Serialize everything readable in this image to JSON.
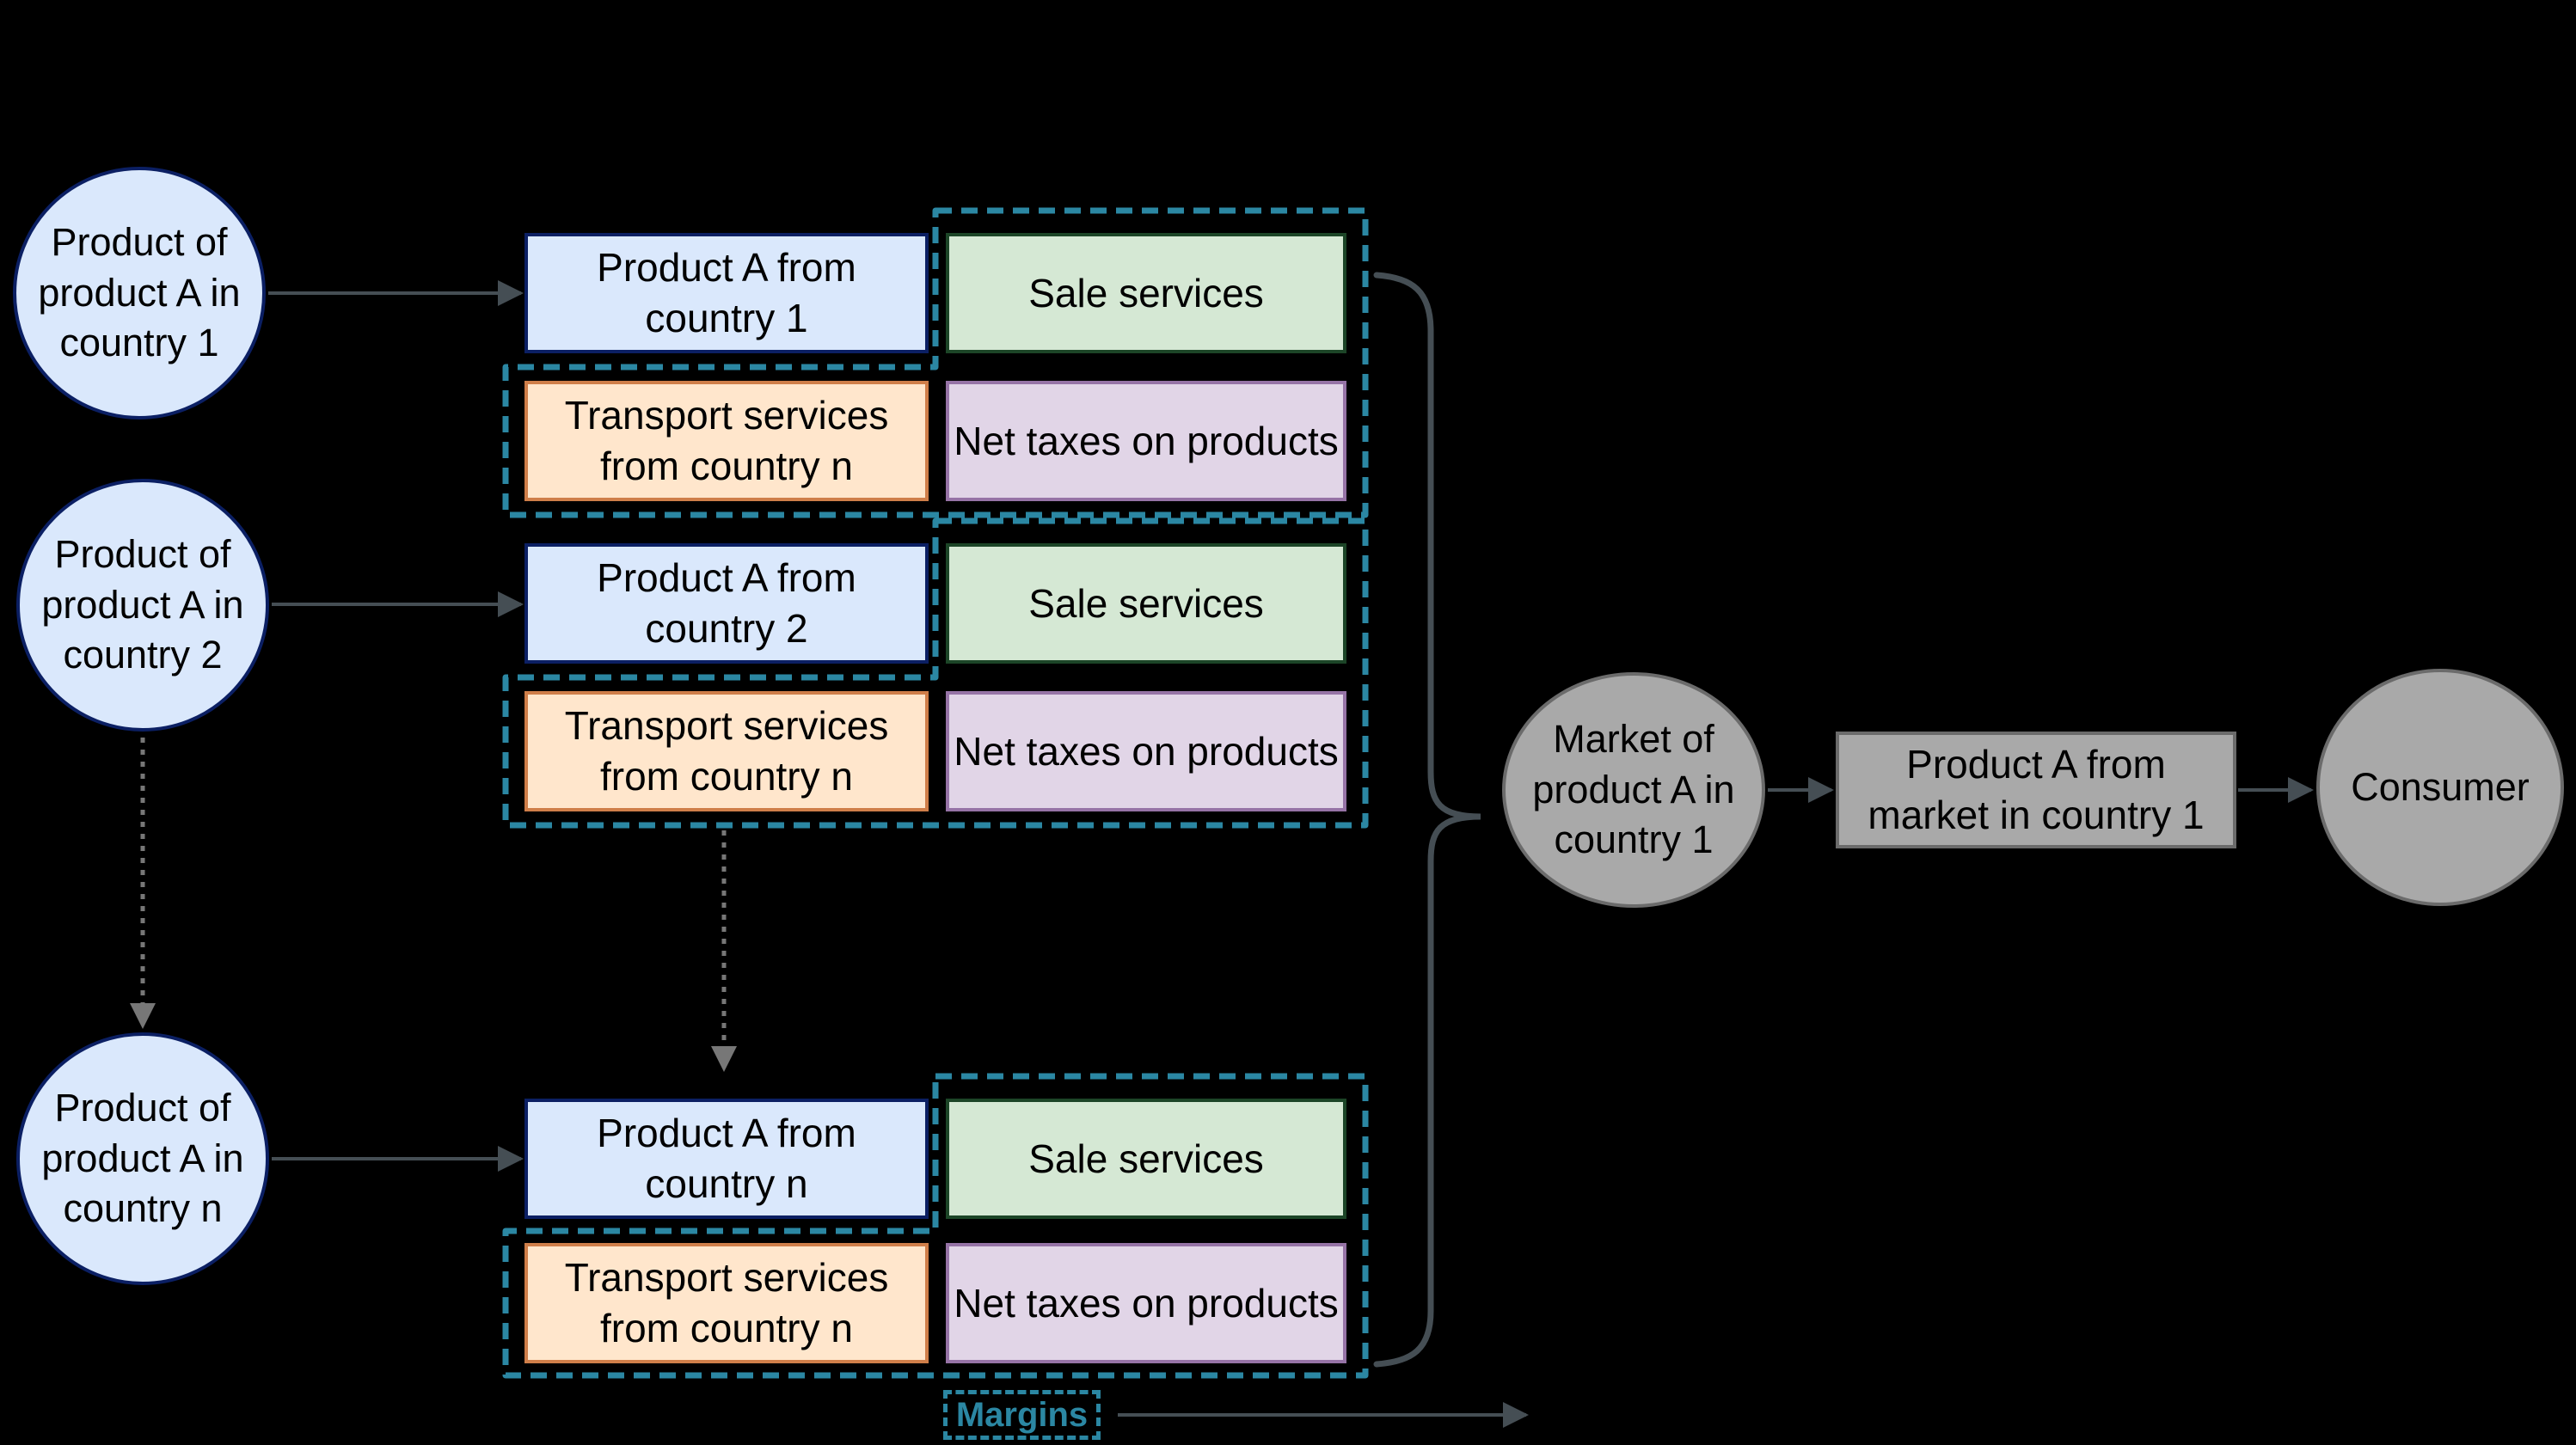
{
  "colors": {
    "background": "#000000",
    "blue_fill": "#dae8fc",
    "blue_stroke": "#0b1f63",
    "green_fill": "#d5e8d4",
    "green_stroke": "#1c4527",
    "orange_fill": "#ffe6cc",
    "orange_stroke": "#cf7e49",
    "purple_fill": "#e1d5e7",
    "purple_stroke": "#9673a6",
    "gray_fill": "#a9a9a9",
    "gray_stroke": "#6b6b6b",
    "teal": "#2b87a3",
    "arrow": "#454e54",
    "dotted_arrow": "#777777",
    "text": "#000000"
  },
  "producers": [
    {
      "label": "Product of\nproduct A in\ncountry 1"
    },
    {
      "label": "Product of\nproduct A in\ncountry 2"
    },
    {
      "label": "Product of\nproduct A in\ncountry n"
    }
  ],
  "groups": [
    {
      "product_label": "Product A from\ncountry 1",
      "sale_label": "Sale services",
      "transport_label": "Transport services\nfrom country n",
      "taxes_label": "Net taxes on products"
    },
    {
      "product_label": "Product A from\ncountry 2",
      "sale_label": "Sale services",
      "transport_label": "Transport services\nfrom country n",
      "taxes_label": "Net taxes on products"
    },
    {
      "product_label": "Product A from\ncountry n",
      "sale_label": "Sale services",
      "transport_label": "Transport services\nfrom country n",
      "taxes_label": "Net taxes on products"
    }
  ],
  "market": {
    "label": "Market of\nproduct A in\ncountry 1"
  },
  "market_product": {
    "label": "Product A from\nmarket in country 1"
  },
  "consumer": {
    "label": "Consumer"
  },
  "margins": {
    "label": "Margins"
  }
}
